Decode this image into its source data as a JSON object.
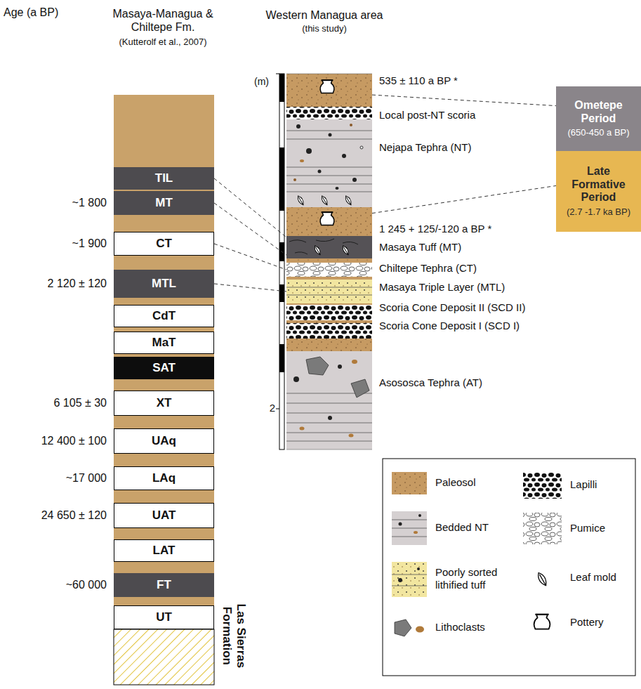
{
  "diagram": {
    "nodes": [
      {
        "text": [
          "TIL"
        ]
      },
      {
        "text": [
          "MT"
        ]
      },
      {
        "text": [
          "CT"
        ]
      },
      {
        "text": [
          "MTL"
        ]
      },
      {
        "text": [
          "CdT"
        ]
      },
      {
        "text": [
          "MaT"
        ]
      },
      {
        "text": [
          "SAT"
        ]
      },
      {
        "text": [
          "XT"
        ]
      },
      {
        "text": [
          "UAq"
        ]
      },
      {
        "text": [
          "LAq"
        ]
      },
      {
        "text": [
          "UAT"
        ]
      },
      {
        "text": [
          "LAT"
        ]
      },
      {
        "text": [
          "FT"
        ]
      },
      {
        "text": [
          "UT"
        ]
      },
      {
        "text": [
          "535 ± 110 a BP *"
        ]
      },
      {
        "text": [
          "Local post-NT scoria"
        ]
      },
      {
        "text": [
          "Nejapa Tephra (NT)"
        ]
      },
      {
        "text": [
          "1 245 + 125/-120 a BP *"
        ]
      },
      {
        "text": [
          "Masaya Tuff (MT)"
        ]
      },
      {
        "text": [
          "Chiltepe Tephra (CT)"
        ]
      },
      {
        "text": [
          "Masaya Triple Layer (MTL)"
        ]
      },
      {
        "text": [
          "Scoria Cone Deposit II (SCD II)"
        ]
      },
      {
        "text": [
          "Scoria Cone Deposit I (SCD I)"
        ]
      },
      {
        "text": [
          "Asososca Tephra (AT)"
        ]
      },
      {
        "text": [
          "Ometepe Period",
          "(650-450 a BP)"
        ]
      },
      {
        "text": [
          "Late Formative Period",
          "(2.7 -1.7 ka BP)"
        ]
      }
    ],
    "edges": [
      {
        "from": 0,
        "to": 18,
        "arrow": "none"
      },
      {
        "from": 1,
        "to": 18,
        "arrow": "none"
      },
      {
        "from": 2,
        "to": 19,
        "arrow": "none"
      },
      {
        "from": 3,
        "to": 20,
        "arrow": "none"
      },
      {
        "from": 14,
        "to": 24,
        "arrow": "none"
      },
      {
        "from": 17,
        "to": 25,
        "arrow": "none"
      }
    ],
    "labels": [
      "Age (a BP)",
      "Masaya-Managua & Chiltepe Fm.",
      "(Kutterolf et al., 2007)",
      "Western Managua area",
      "(this study)",
      "~1 800",
      "~1 900",
      "2 120 ± 120",
      "6 105 ± 30",
      "12 400 ± 100",
      "~17 000",
      "24 650 ± 120",
      "~60 000",
      "Las Sierras Formation",
      "(m)",
      "2"
    ],
    "legend": [
      {
        "text": "Paleosol"
      },
      {
        "text": "Bedded NT"
      },
      {
        "text": "Poorly sorted lithified tuff"
      },
      {
        "text": "Lithoclasts"
      },
      {
        "text": "Lapilli"
      },
      {
        "text": "Pumice"
      },
      {
        "text": "Leaf mold"
      },
      {
        "text": "Pottery"
      }
    ]
  }
}
